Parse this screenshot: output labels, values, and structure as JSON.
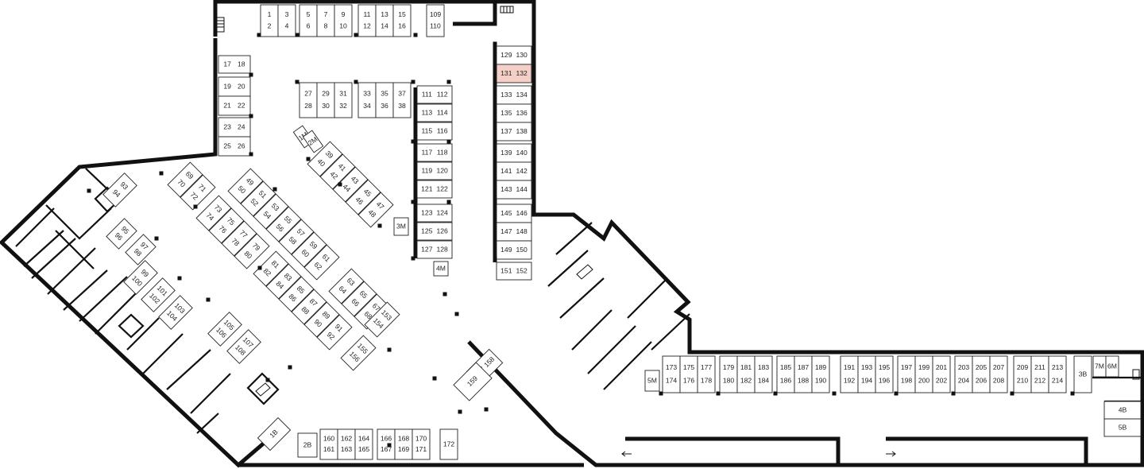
{
  "colors": {
    "background": "#ffffff",
    "wall": "#111111",
    "highlight": "#f3cfc6"
  },
  "selected_space": "131",
  "icons": [
    "stairs-icon",
    "direction-arrow-icon",
    "door-icon"
  ],
  "spaces": [
    {
      "id": "s1",
      "a": "1",
      "b": "2"
    },
    {
      "id": "s3",
      "a": "3",
      "b": "4"
    },
    {
      "id": "s5",
      "a": "5",
      "b": "6"
    },
    {
      "id": "s7",
      "a": "7",
      "b": "8"
    },
    {
      "id": "s9",
      "a": "9",
      "b": "10"
    },
    {
      "id": "s11",
      "a": "11",
      "b": "12"
    },
    {
      "id": "s13",
      "a": "13",
      "b": "14"
    },
    {
      "id": "s15",
      "a": "15",
      "b": "16"
    },
    {
      "id": "s109",
      "a": "109",
      "b": "110"
    },
    {
      "id": "s17",
      "a": "17",
      "b": "18"
    },
    {
      "id": "s19",
      "a": "19",
      "b": "20"
    },
    {
      "id": "s21",
      "a": "21",
      "b": "22"
    },
    {
      "id": "s23",
      "a": "23",
      "b": "24"
    },
    {
      "id": "s25",
      "a": "25",
      "b": "26"
    },
    {
      "id": "s27",
      "a": "27",
      "b": "28"
    },
    {
      "id": "s29",
      "a": "29",
      "b": "30"
    },
    {
      "id": "s31",
      "a": "31",
      "b": "32"
    },
    {
      "id": "s33",
      "a": "33",
      "b": "34"
    },
    {
      "id": "s35",
      "a": "35",
      "b": "36"
    },
    {
      "id": "s37",
      "a": "37",
      "b": "38"
    },
    {
      "id": "s111",
      "a": "111",
      "b": "112"
    },
    {
      "id": "s113",
      "a": "113",
      "b": "114"
    },
    {
      "id": "s115",
      "a": "115",
      "b": "116"
    },
    {
      "id": "s117",
      "a": "117",
      "b": "118"
    },
    {
      "id": "s119",
      "a": "119",
      "b": "120"
    },
    {
      "id": "s121",
      "a": "121",
      "b": "122"
    },
    {
      "id": "s123",
      "a": "123",
      "b": "124"
    },
    {
      "id": "s125",
      "a": "125",
      "b": "126"
    },
    {
      "id": "s127",
      "a": "127",
      "b": "128"
    },
    {
      "id": "s129",
      "a": "129",
      "b": "130"
    },
    {
      "id": "s131",
      "a": "131",
      "b": "132"
    },
    {
      "id": "s133",
      "a": "133",
      "b": "134"
    },
    {
      "id": "s135",
      "a": "135",
      "b": "136"
    },
    {
      "id": "s137",
      "a": "137",
      "b": "138"
    },
    {
      "id": "s139",
      "a": "139",
      "b": "140"
    },
    {
      "id": "s141",
      "a": "141",
      "b": "142"
    },
    {
      "id": "s143",
      "a": "143",
      "b": "144"
    },
    {
      "id": "s145",
      "a": "145",
      "b": "146"
    },
    {
      "id": "s147",
      "a": "147",
      "b": "148"
    },
    {
      "id": "s149",
      "a": "149",
      "b": "150"
    },
    {
      "id": "s151",
      "a": "151",
      "b": "152"
    },
    {
      "id": "s1M",
      "a": "1M",
      "b": ""
    },
    {
      "id": "s2M",
      "a": "2M",
      "b": ""
    },
    {
      "id": "s3M",
      "a": "3M",
      "b": ""
    },
    {
      "id": "s4M",
      "a": "4M",
      "b": ""
    },
    {
      "id": "s39",
      "a": "39",
      "b": "40"
    },
    {
      "id": "s41",
      "a": "41",
      "b": "42"
    },
    {
      "id": "s43",
      "a": "43",
      "b": "44"
    },
    {
      "id": "s45",
      "a": "45",
      "b": "46"
    },
    {
      "id": "s47",
      "a": "47",
      "b": "48"
    },
    {
      "id": "s49",
      "a": "49",
      "b": "50"
    },
    {
      "id": "s51",
      "a": "51",
      "b": "52"
    },
    {
      "id": "s53",
      "a": "53",
      "b": "54"
    },
    {
      "id": "s55",
      "a": "55",
      "b": "56"
    },
    {
      "id": "s57",
      "a": "57",
      "b": "58"
    },
    {
      "id": "s59",
      "a": "59",
      "b": "60"
    },
    {
      "id": "s61",
      "a": "61",
      "b": "62"
    },
    {
      "id": "s63",
      "a": "63",
      "b": "64"
    },
    {
      "id": "s65",
      "a": "65",
      "b": "66"
    },
    {
      "id": "s67",
      "a": "67",
      "b": "68"
    },
    {
      "id": "s69",
      "a": "69",
      "b": "70"
    },
    {
      "id": "s71",
      "a": "71",
      "b": "72"
    },
    {
      "id": "s73",
      "a": "73",
      "b": "74"
    },
    {
      "id": "s75",
      "a": "75",
      "b": "76"
    },
    {
      "id": "s77",
      "a": "77",
      "b": "78"
    },
    {
      "id": "s79",
      "a": "79",
      "b": "80"
    },
    {
      "id": "s81",
      "a": "81",
      "b": "82"
    },
    {
      "id": "s83",
      "a": "83",
      "b": "84"
    },
    {
      "id": "s85",
      "a": "85",
      "b": "86"
    },
    {
      "id": "s87",
      "a": "87",
      "b": "88"
    },
    {
      "id": "s89",
      "a": "89",
      "b": "90"
    },
    {
      "id": "s91",
      "a": "91",
      "b": "92"
    },
    {
      "id": "s153",
      "a": "153",
      "b": "154"
    },
    {
      "id": "s155",
      "a": "155",
      "b": "156"
    },
    {
      "id": "s93",
      "a": "93",
      "b": "94"
    },
    {
      "id": "s95",
      "a": "95",
      "b": "96"
    },
    {
      "id": "s97",
      "a": "97",
      "b": "98"
    },
    {
      "id": "s99",
      "a": "99",
      "b": "100"
    },
    {
      "id": "s101",
      "a": "101",
      "b": "102"
    },
    {
      "id": "s103",
      "a": "103",
      "b": "104"
    },
    {
      "id": "s105",
      "a": "105",
      "b": "106"
    },
    {
      "id": "s107",
      "a": "107",
      "b": "108"
    },
    {
      "id": "s157",
      "a": "157",
      "b": "158"
    },
    {
      "id": "s159",
      "a": "159",
      "b": ""
    },
    {
      "id": "s1B",
      "a": "1B",
      "b": ""
    },
    {
      "id": "s2B",
      "a": "2B",
      "b": ""
    },
    {
      "id": "s160",
      "a": "160",
      "b": "161"
    },
    {
      "id": "s162",
      "a": "162",
      "b": "163"
    },
    {
      "id": "s164",
      "a": "164",
      "b": "165"
    },
    {
      "id": "s166",
      "a": "166",
      "b": "167"
    },
    {
      "id": "s168",
      "a": "168",
      "b": "169"
    },
    {
      "id": "s170",
      "a": "170",
      "b": "171"
    },
    {
      "id": "s172",
      "a": "172",
      "b": ""
    },
    {
      "id": "s5M",
      "a": "5M",
      "b": ""
    },
    {
      "id": "s173",
      "a": "173",
      "b": "174"
    },
    {
      "id": "s175",
      "a": "175",
      "b": "176"
    },
    {
      "id": "s177",
      "a": "177",
      "b": "178"
    },
    {
      "id": "s179",
      "a": "179",
      "b": "180"
    },
    {
      "id": "s181",
      "a": "181",
      "b": "182"
    },
    {
      "id": "s183",
      "a": "183",
      "b": "184"
    },
    {
      "id": "s185",
      "a": "185",
      "b": "186"
    },
    {
      "id": "s187",
      "a": "187",
      "b": "188"
    },
    {
      "id": "s189",
      "a": "189",
      "b": "190"
    },
    {
      "id": "s191",
      "a": "191",
      "b": "192"
    },
    {
      "id": "s193",
      "a": "193",
      "b": "194"
    },
    {
      "id": "s195",
      "a": "195",
      "b": "196"
    },
    {
      "id": "s197",
      "a": "197",
      "b": "198"
    },
    {
      "id": "s199",
      "a": "199",
      "b": "200"
    },
    {
      "id": "s201",
      "a": "201",
      "b": "202"
    },
    {
      "id": "s203",
      "a": "203",
      "b": "204"
    },
    {
      "id": "s205",
      "a": "205",
      "b": "206"
    },
    {
      "id": "s207",
      "a": "207",
      "b": "208"
    },
    {
      "id": "s209",
      "a": "209",
      "b": "210"
    },
    {
      "id": "s211",
      "a": "211",
      "b": "212"
    },
    {
      "id": "s213",
      "a": "213",
      "b": "214"
    },
    {
      "id": "s3B",
      "a": "3B",
      "b": ""
    },
    {
      "id": "s7M",
      "a": "7M",
      "b": ""
    },
    {
      "id": "s6M",
      "a": "6M",
      "b": ""
    },
    {
      "id": "s4B",
      "a": "4B",
      "b": ""
    },
    {
      "id": "s5B",
      "a": "5B",
      "b": ""
    }
  ]
}
